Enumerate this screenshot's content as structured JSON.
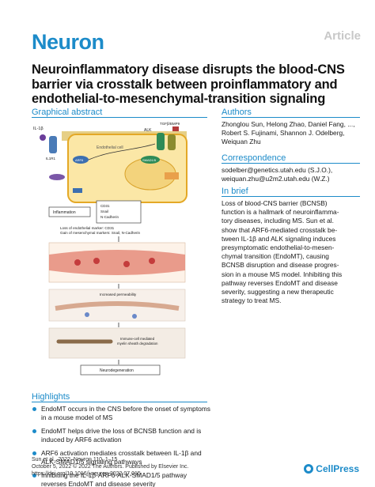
{
  "header": {
    "journal": "Neuron",
    "article_type": "Article",
    "title": "Neuroinflammatory disease disrupts the blood-CNS barrier via crosstalk between proinflammatory and endothelial-to-mesenchymal-transition signaling"
  },
  "graphical_abstract": {
    "heading": "Graphical abstract",
    "labels": {
      "il1b": "IL-1β",
      "alk": "ALK",
      "il1r1": "IL1R1",
      "tgfb_bmp9": "TGFβ/BMP9",
      "endothelial_cell": "Endothelial cell",
      "arf6": "ARF6",
      "smad15": "SMAD1/5",
      "inflammation": "Inflammation",
      "cd31": "CD31",
      "snail": "Snail",
      "ncad": "N-Cadherin",
      "loss_line1": "Loss of endothelial marker: CD31",
      "loss_line2": "Gain of mesenchymal markers: Snail, N-Cadherin",
      "increased_permeability": "Increased permeability",
      "immune_cell": "Immune-cell mediated",
      "myelin_degradation": "myelin sheath degradation",
      "neurodegeneration": "Neurodegeneration"
    }
  },
  "authors": {
    "heading": "Authors",
    "text": "Zhonglou Sun, Helong Zhao, Daniel Fang, ..., Robert S. Fujinami, Shannon J. Odelberg, Weiquan Zhu"
  },
  "correspondence": {
    "heading": "Correspondence",
    "text": "sodelber@genetics.utah.edu (S.J.O.), weiquan.zhu@u2m2.utah.edu (W.Z.)"
  },
  "in_brief": {
    "heading": "In brief",
    "lines": [
      "Loss of blood-CNS barrier (BCNSB)",
      "function is a hallmark of neuroinflamma-",
      "tory diseases, including MS. Sun et al.",
      "show that ARF6-mediated crosstalk be-",
      "tween IL-1β and ALK signaling induces",
      "presymptomatic endothelial-to-mesen-",
      "chymal transition (EndoMT), causing",
      "BCNSB disruption and disease progres-",
      "sion in a mouse MS model. Inhibiting this",
      "pathway reverses EndoMT and disease",
      "severity, suggesting a new therapeutic",
      "strategy to treat MS."
    ]
  },
  "highlights": {
    "heading": "Highlights",
    "items": [
      "EndoMT occurs in the CNS before the onset of symptoms in a mouse model of MS",
      "EndoMT helps drive the loss of BCNSB function and is induced by ARF6 activation",
      "ARF6 activation mediates crosstalk between IL-1β and ALK-SMAD1/5 signaling pathways",
      "Inhibiting the IL-1β-ARF6-ALK-SMAD1/5 pathway reverses EndoMT and disease severity"
    ]
  },
  "footer": {
    "line1": "Sun et al., 2022, Neuron 110, 1–15",
    "line2": "October 5, 2022 © 2022 The Authors. Published by Elsevier Inc.",
    "line3": "https://doi.org/10.1016/j.neuron.2022.07.015",
    "publisher": "CellPress"
  },
  "colors": {
    "accent": "#1c8bc9",
    "cell_fill": "#fbe7a6",
    "cell_border": "#e4a826",
    "membrane": "#c9a23c"
  }
}
